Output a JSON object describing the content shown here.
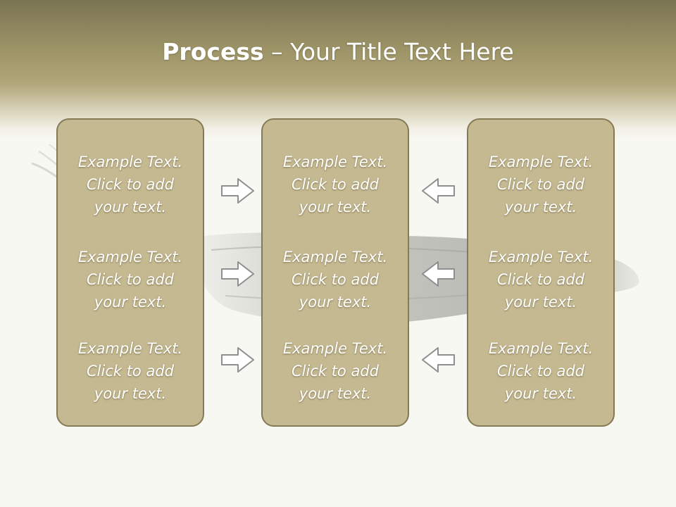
{
  "slide": {
    "title_bold": "Process",
    "title_rest": " – Your Title Text Here"
  },
  "columns": [
    {
      "items": [
        {
          "line1": "Example Text.",
          "line2": "Click  to add",
          "line3": "your text."
        },
        {
          "line1": "Example Text.",
          "line2": "Click  to add",
          "line3": "your text."
        },
        {
          "line1": "Example Text.",
          "line2": "Click  to add",
          "line3": "your text."
        }
      ]
    },
    {
      "items": [
        {
          "line1": "Example Text.",
          "line2": "Click  to add",
          "line3": "your text."
        },
        {
          "line1": "Example Text.",
          "line2": "Click  to add",
          "line3": "your text."
        },
        {
          "line1": "Example Text.",
          "line2": "Click  to add",
          "line3": "your text."
        }
      ]
    },
    {
      "items": [
        {
          "line1": "Example Text.",
          "line2": "Click  to add",
          "line3": "your text."
        },
        {
          "line1": "Example Text.",
          "line2": "Click  to add",
          "line3": "your text."
        },
        {
          "line1": "Example Text.",
          "line2": "Click  to add",
          "line3": "your text."
        }
      ]
    }
  ],
  "arrows": {
    "left_group": "arrow-right-icon",
    "right_group": "arrow-left-icon"
  },
  "colors": {
    "panel_fill": "#c5b991",
    "panel_border": "#847a55",
    "header_dark": "#7b7452"
  }
}
